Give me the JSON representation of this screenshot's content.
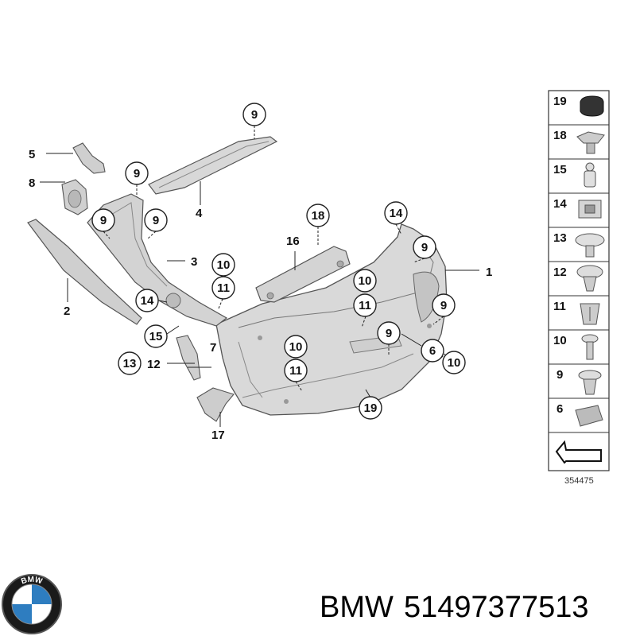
{
  "callouts": {
    "c9a": "9",
    "c9b": "9",
    "c9c": "9",
    "c9d": "9",
    "c9e": "9",
    "c9f": "9",
    "c9g": "9",
    "c10a": "10",
    "c10b": "10",
    "c10c": "10",
    "c10d": "10",
    "c11a": "11",
    "c11b": "11",
    "c11c": "11",
    "c13": "13",
    "c14a": "14",
    "c14b": "14",
    "c15": "15",
    "c18": "18",
    "c19": "19",
    "c6": "6",
    "p1": "1",
    "p2": "2",
    "p3": "3",
    "p4": "4",
    "p5": "5",
    "p7": "7",
    "p8": "8",
    "p12": "12",
    "p16": "16",
    "p17": "17"
  },
  "legend": [
    "19",
    "18",
    "15",
    "14",
    "13",
    "12",
    "11",
    "10",
    "9",
    "6"
  ],
  "diagram_number": "354475",
  "logo_text": "BMW",
  "footer": {
    "brand": "BMW",
    "part_number": "51497377513"
  }
}
